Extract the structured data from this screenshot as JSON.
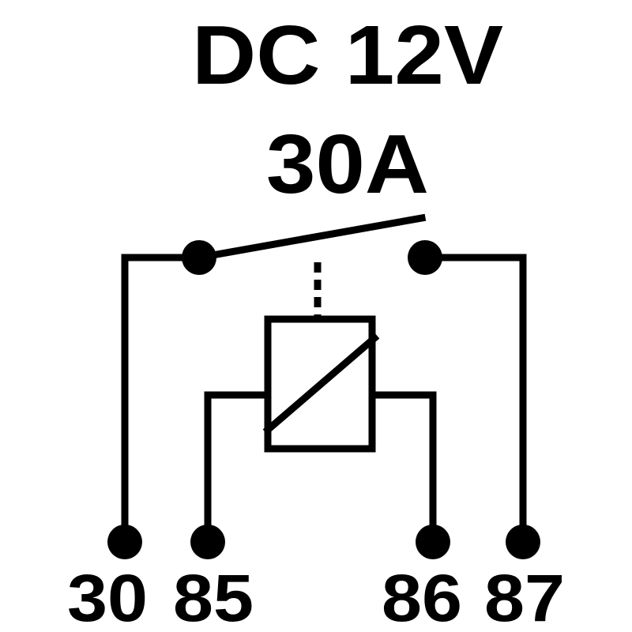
{
  "header": {
    "voltage": "DC 12V",
    "current": "30A"
  },
  "pins": [
    {
      "id": "30",
      "label": "30"
    },
    {
      "id": "85",
      "label": "85"
    },
    {
      "id": "86",
      "label": "86"
    },
    {
      "id": "87",
      "label": "87"
    }
  ],
  "colors": {
    "line": "#000000",
    "background": "#ffffff"
  }
}
